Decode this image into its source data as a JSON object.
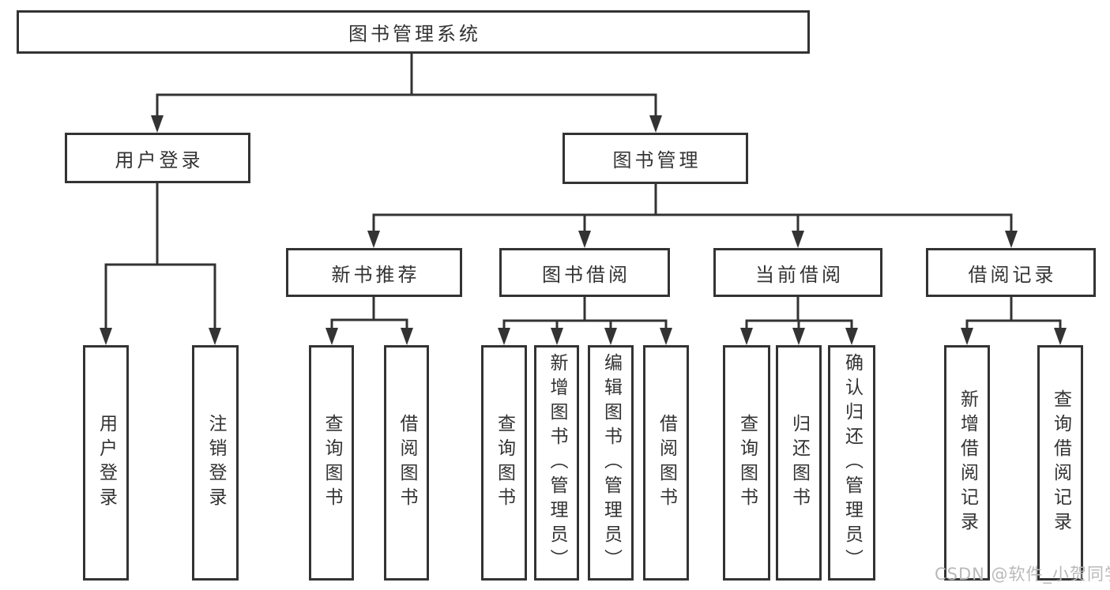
{
  "diagram": {
    "root": {
      "label": "图书管理系统"
    },
    "level2": [
      {
        "label": "用户登录"
      },
      {
        "label": "图书管理"
      }
    ],
    "level3": [
      {
        "label": "新书推荐"
      },
      {
        "label": "图书借阅"
      },
      {
        "label": "当前借阅"
      },
      {
        "label": "借阅记录"
      }
    ],
    "leaves": {
      "user_login": [
        {
          "label": "用户登录"
        },
        {
          "label": "注销登录"
        }
      ],
      "new_book_recommend": [
        {
          "label": "查询图书"
        },
        {
          "label": "借阅图书"
        }
      ],
      "book_borrow": [
        {
          "label": "查询图书"
        },
        {
          "label": "新增图书（管理员）"
        },
        {
          "label": "编辑图书（管理员）"
        },
        {
          "label": "借阅图书"
        }
      ],
      "current_borrow": [
        {
          "label": "查询图书"
        },
        {
          "label": "归还图书"
        },
        {
          "label": "确认归还（管理员）"
        }
      ],
      "borrow_record": [
        {
          "label": "新增借阅记录"
        },
        {
          "label": "查询借阅记录"
        }
      ]
    }
  },
  "watermark": {
    "text": "CSDN @软件_小贺同学"
  },
  "colors": {
    "line": "#333333",
    "box_border": "#333333",
    "text": "#333333",
    "background": "#ffffff",
    "watermark_gray": "#b9b9b9"
  }
}
